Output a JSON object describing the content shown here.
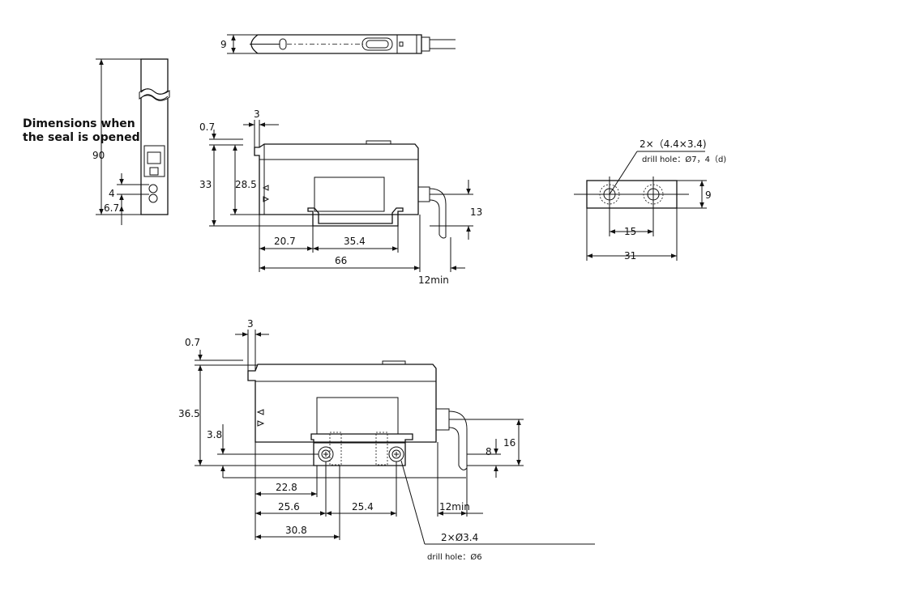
{
  "notes": {
    "seal_line1": "Dimensions when",
    "seal_line2": "the seal is opened",
    "top_slot_count": "2×（4.4×3.4)",
    "top_drill": "drill hole：Ø7，4（d)",
    "bottom_hole_count": "2×Ø3.4",
    "bottom_drill": "drill hole：Ø6"
  },
  "dims": {
    "top_view_height": "9",
    "side_height_90": "90",
    "side_pitch_4": "4",
    "side_bottom_6_7": "6.7",
    "upper_gap_0_7": "0.7",
    "upper_width_3": "3",
    "upper_height_33": "33",
    "upper_height_28_5": "28.5",
    "upper_cable_13": "13",
    "upper_offset_20_7": "20.7",
    "upper_rail_35_4": "35.4",
    "upper_length_66": "66",
    "upper_cable_12min": "12min",
    "mount_height_9": "9",
    "mount_pitch_15": "15",
    "mount_length_31": "31",
    "lower_gap_0_7": "0.7",
    "lower_width_3": "3",
    "lower_height_36_5": "36.5",
    "lower_hole_3_8": "3.8",
    "lower_cable_16": "16",
    "lower_cable_8": "8",
    "lower_offset_22_8": "22.8",
    "lower_offset_25_6": "25.6",
    "lower_pitch_25_4": "25.4",
    "lower_cable_12min": "12min",
    "lower_offset_30_8": "30.8"
  }
}
